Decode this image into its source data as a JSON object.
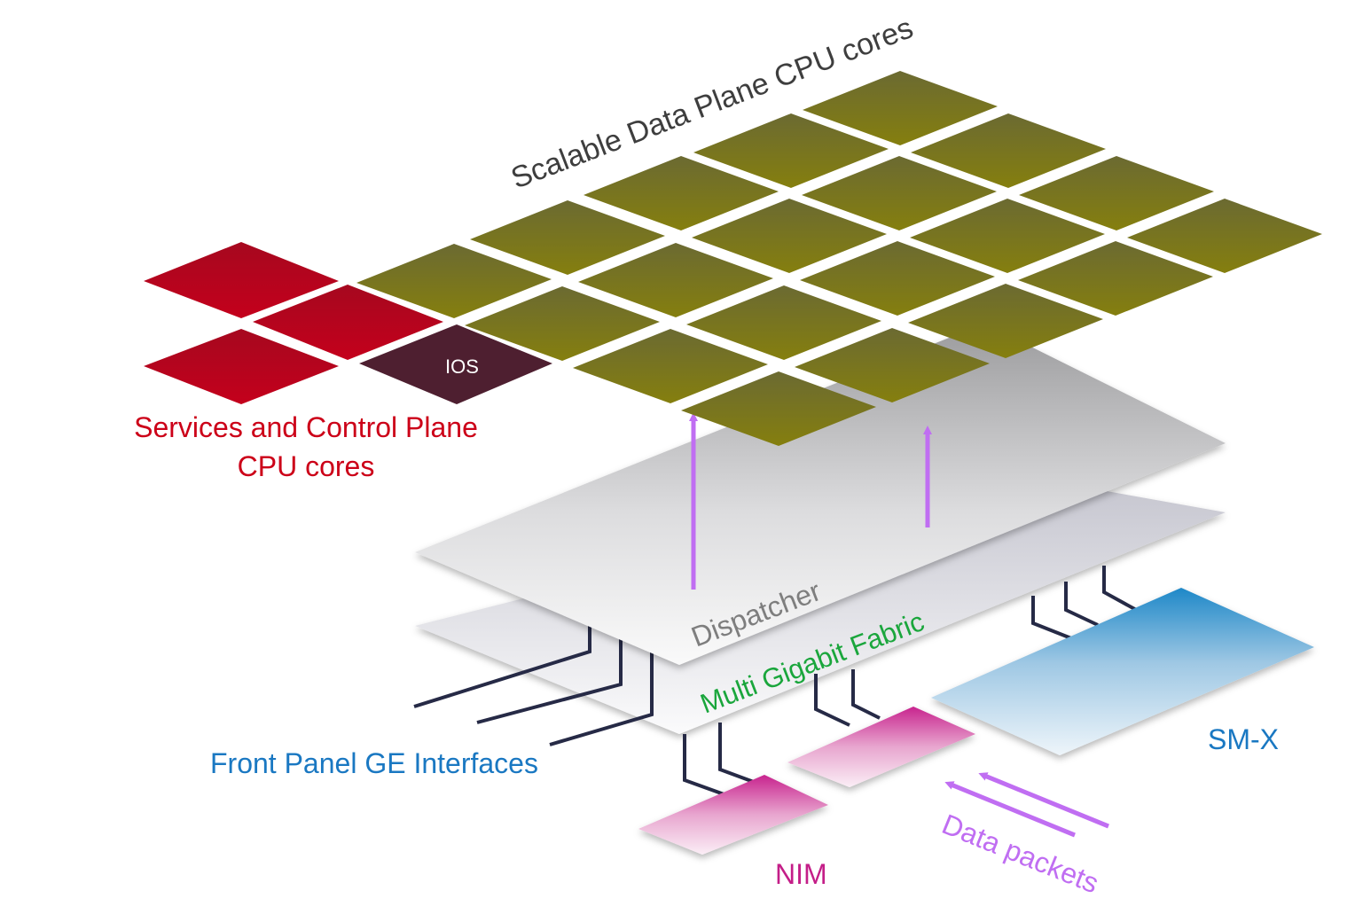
{
  "labels": {
    "data_plane": "Scalable Data Plane CPU cores",
    "ios": "IOS",
    "services_line1": "Services and Control Plane",
    "services_line2": "CPU cores",
    "dispatcher": "Dispatcher",
    "fabric": "Multi Gigabit Fabric",
    "front_panel": "Front Panel GE Interfaces",
    "smx": "SM-X",
    "nim": "NIM",
    "data_packets": "Data packets"
  },
  "colors": {
    "data_plane_core_top": "#6b6a32",
    "data_plane_core_bottom": "#857f0e",
    "services_core_top": "#a6081f",
    "services_core_bottom": "#c4001c",
    "ios_core": "#4e1f30",
    "dispatcher_top": "#9b9b9d",
    "dispatcher_bottom": "#fafafa",
    "fabric_top": "#c9c9d3",
    "fabric_bottom": "#fafafa",
    "smx_top": "#1e88c8",
    "smx_bottom": "#eef5fa",
    "nim_top": "#c8238e",
    "nim_bottom": "#fbeef6",
    "arrow": "#c06ef2",
    "wire": "#262a46",
    "label_red": "#cc0018",
    "label_blue": "#1a78c2",
    "label_green": "#1aa63c",
    "label_gray": "#7e7e7e",
    "label_dark": "#3e3e3e",
    "label_magenta": "#c41e88",
    "label_violet": "#c06ef2"
  }
}
